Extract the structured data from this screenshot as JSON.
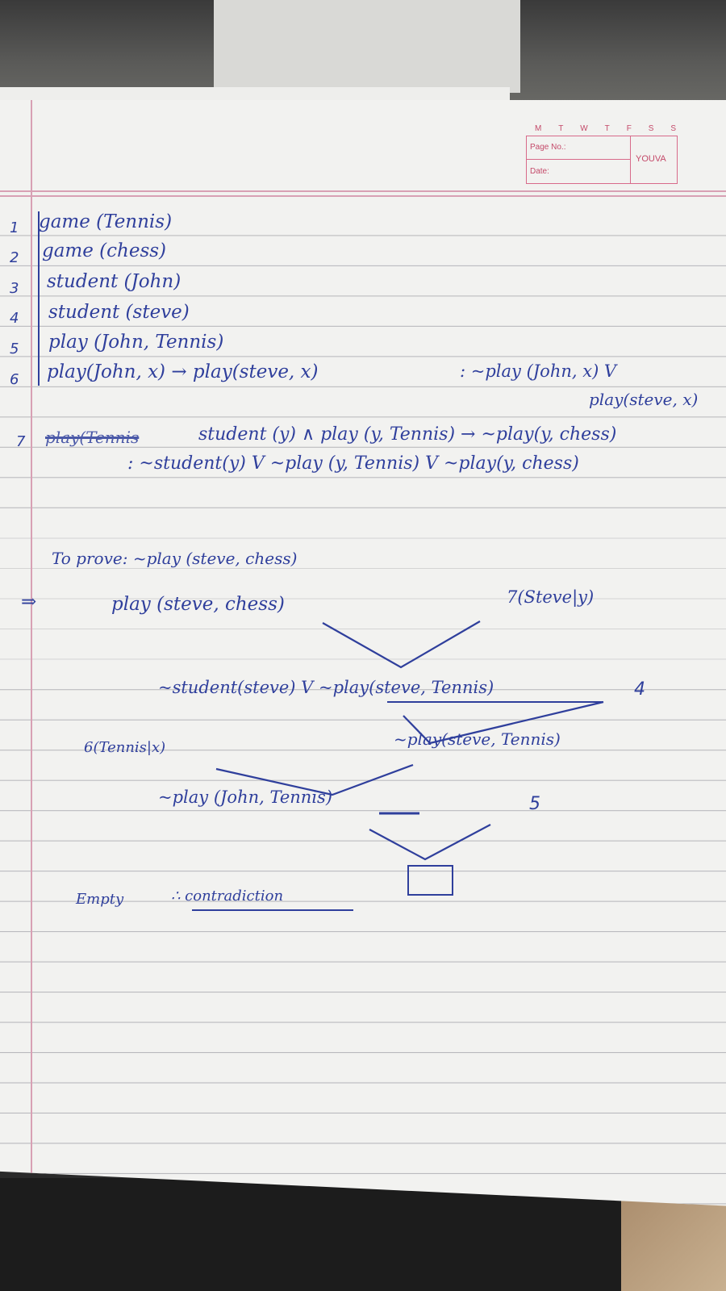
{
  "notebook": {
    "days": [
      "M",
      "T",
      "W",
      "T",
      "F",
      "S",
      "S"
    ],
    "page_no_label": "Page No.:",
    "date_label": "Date:",
    "brand": "YOUVA"
  },
  "clauses": [
    {
      "num": "1",
      "text": "game (Tennis)"
    },
    {
      "num": "2",
      "text": "game (chess)"
    },
    {
      "num": "3",
      "text": "student (John)"
    },
    {
      "num": "4",
      "text": "student (steve)"
    },
    {
      "num": "5",
      "text": "play (John, Tennis)"
    },
    {
      "num": "6",
      "text": "play(John, x) → play(steve, x)",
      "cnf": ": ~play (John, x) V",
      "cnf_cont": "play(steve, x)"
    },
    {
      "num": "7",
      "struck": "play(Tennis",
      "text": "student (y) ∧ play (y, Tennis) → ~play(y, chess)",
      "cnf": ": ~student(y) V ~play (y, Tennis) V ~play(y, chess)"
    }
  ],
  "proof": {
    "to_prove": "To prove: ~play (steve, chess)",
    "arrow": "⇒",
    "step1_left": "play (steve, chess)",
    "step1_right": "7(Steve|y)",
    "step2": "~student(steve) V ~play(steve, Tennis)",
    "step2_ref": "4",
    "step3_left": "6(Tennis|x)",
    "step3_right": "~play(steve, Tennis)",
    "step4": "~play (John, Tennis)",
    "step4_ref": "5",
    "empty_label": "Empty",
    "conclusion": "∴ contradiction"
  }
}
